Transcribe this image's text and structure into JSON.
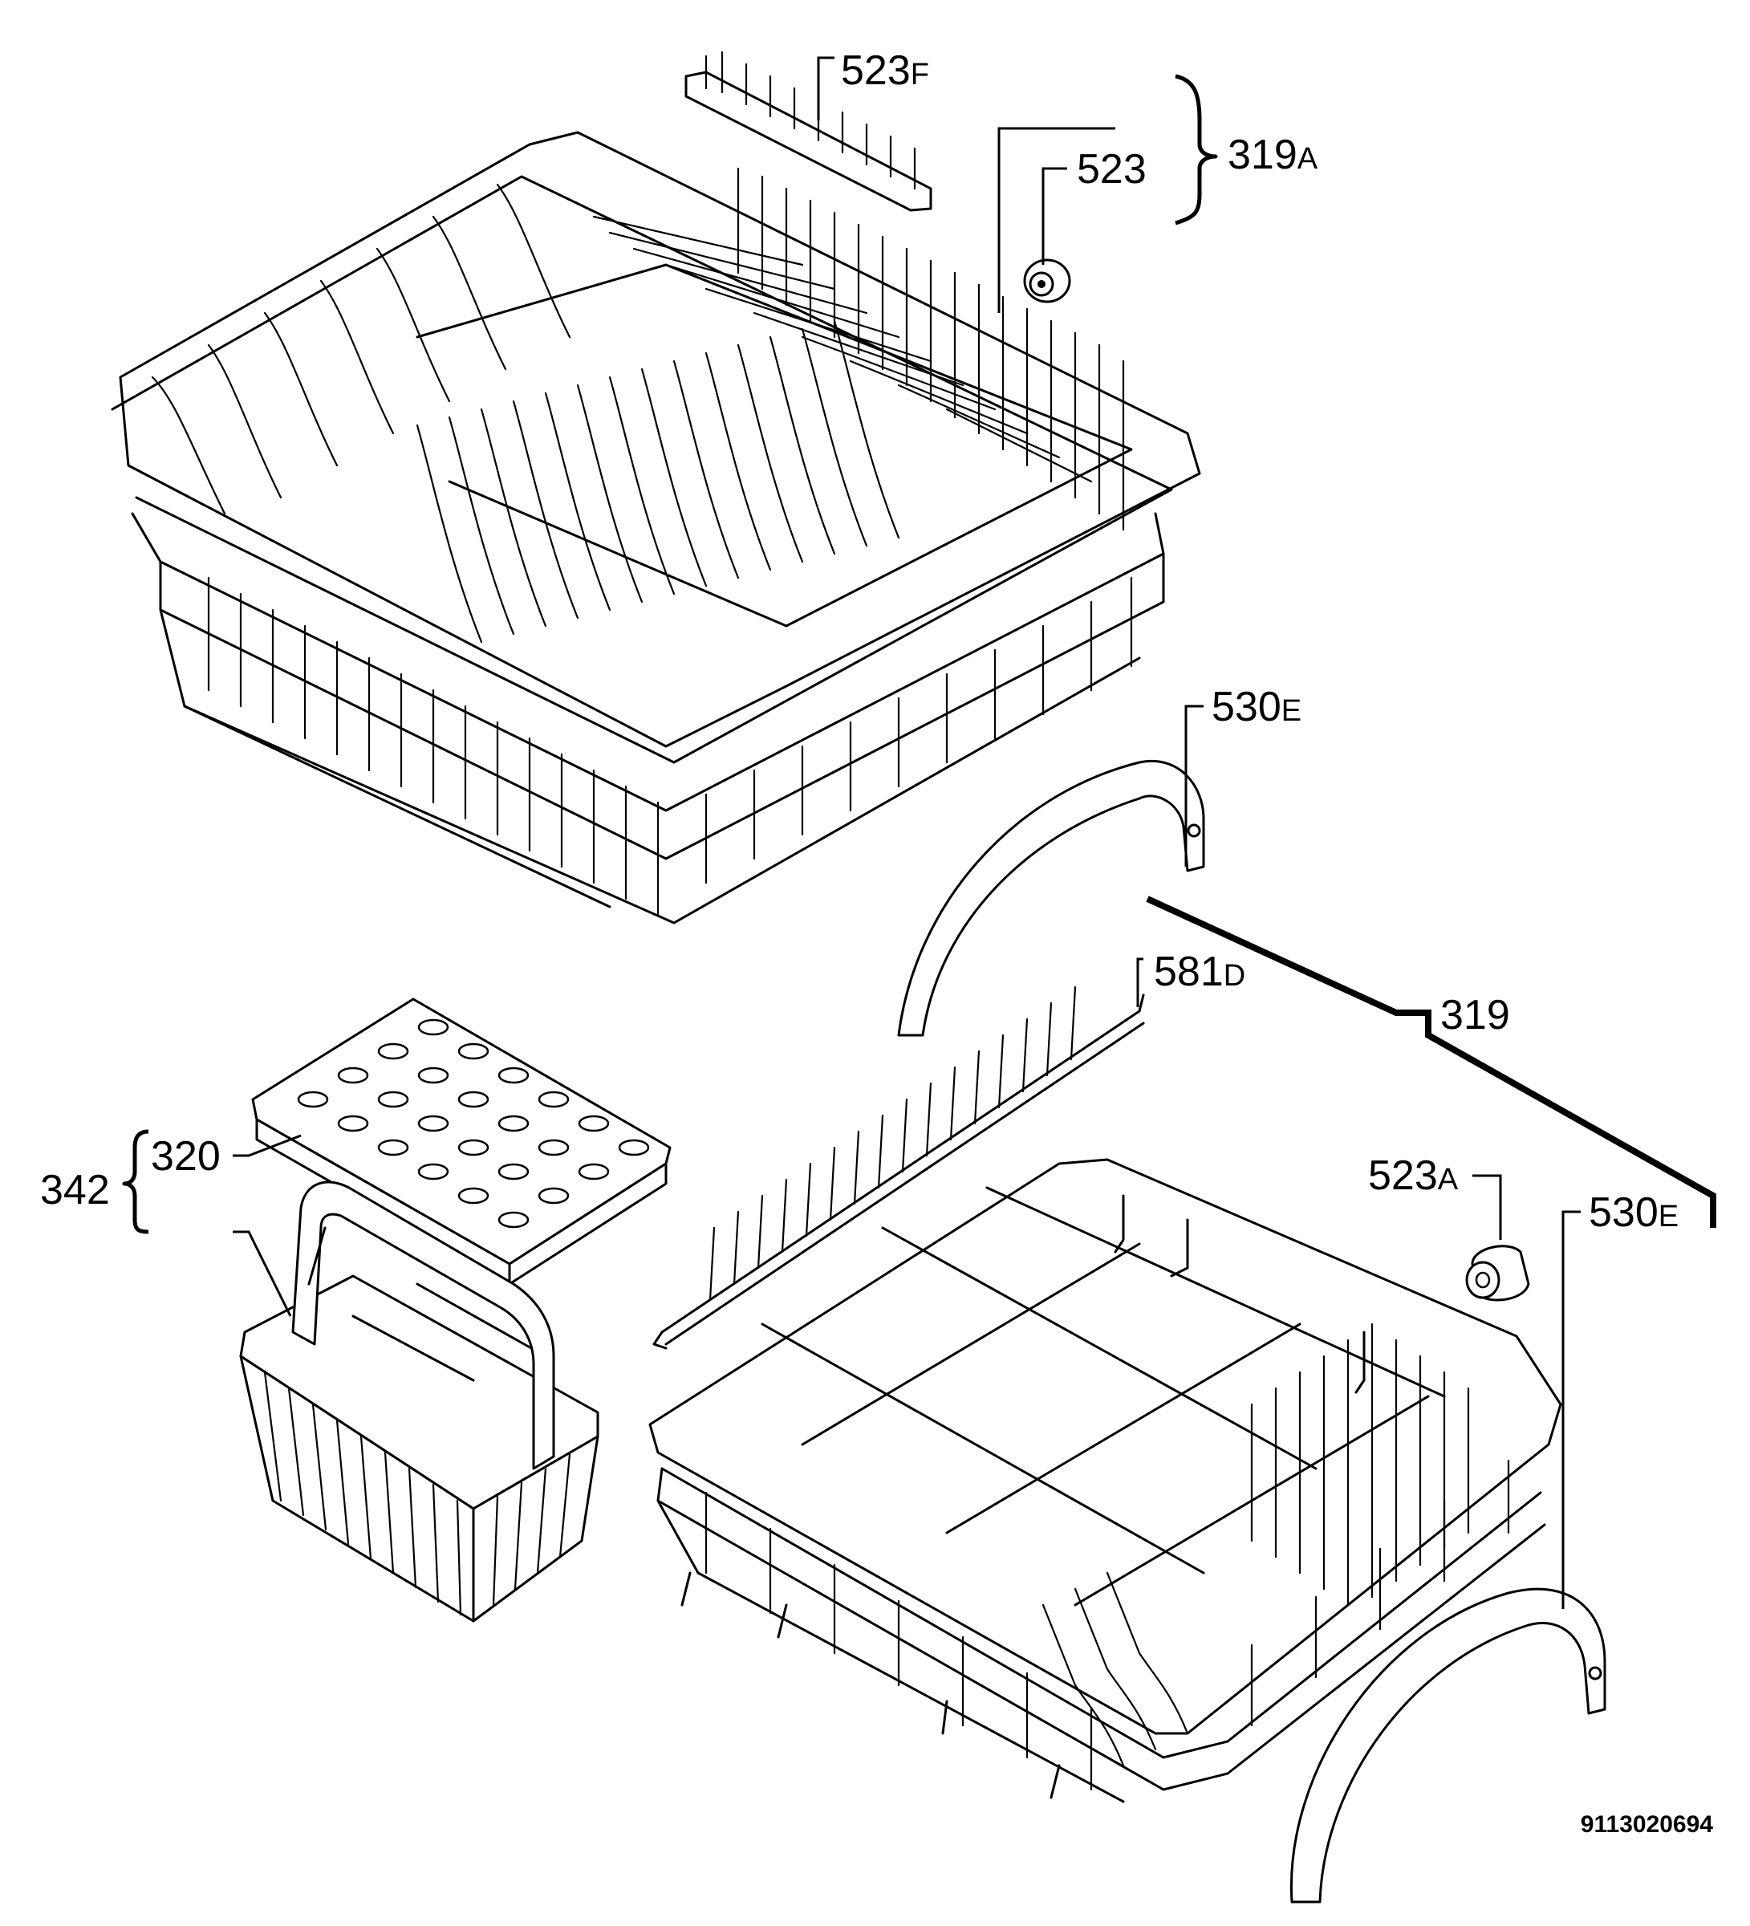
{
  "callouts": {
    "c_523f": {
      "number": "523",
      "suffix": "F"
    },
    "c_523": {
      "number": "523",
      "suffix": ""
    },
    "c_319a": {
      "number": "319",
      "suffix": "A"
    },
    "c_530e_top": {
      "number": "530",
      "suffix": "E"
    },
    "c_581d": {
      "number": "581",
      "suffix": "D"
    },
    "c_319": {
      "number": "319",
      "suffix": ""
    },
    "c_320": {
      "number": "320",
      "suffix": ""
    },
    "c_342": {
      "number": "342",
      "suffix": ""
    },
    "c_523a": {
      "number": "523",
      "suffix": "A"
    },
    "c_530e_bottom": {
      "number": "530",
      "suffix": "E"
    }
  },
  "document_id": "9113020694"
}
